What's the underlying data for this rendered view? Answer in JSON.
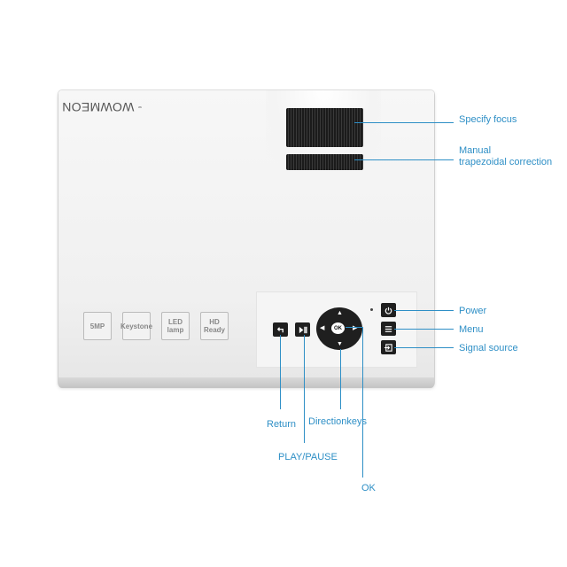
{
  "device": {
    "brand": "WOWMEON",
    "badges": [
      "5MP",
      "Keystone",
      "LED lamp",
      "HD Ready"
    ]
  },
  "callouts": {
    "focus": "Specify focus",
    "keystone_line1": "Manual",
    "keystone_line2": "trapezoidal correction",
    "power": "Power",
    "menu": "Menu",
    "source": "Signal source",
    "return": "Return",
    "direction": "Directionkeys",
    "playpause": "PLAY/PAUSE",
    "ok": "OK"
  },
  "keys": {
    "ok_label": "OK"
  },
  "colors": {
    "callout": "#2e8fc6",
    "device_body": "#f2f2f2",
    "keys": "#1f1f1f"
  }
}
